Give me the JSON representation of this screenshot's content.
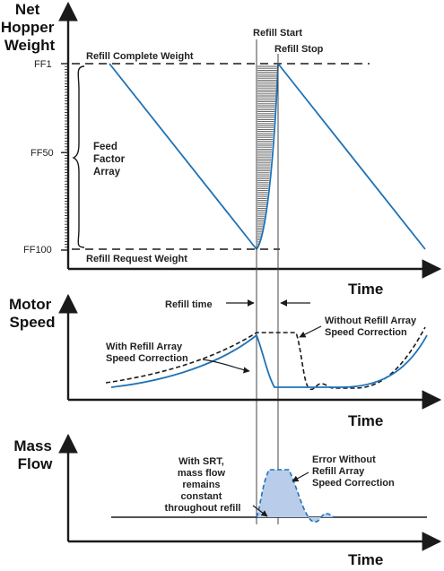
{
  "colors": {
    "ink": "#1a1a1a",
    "blue": "#1f73b7",
    "blue_fill": "#b9cdea",
    "hatch": "#555555"
  },
  "panel_weight": {
    "axis_title_lines": [
      "Net",
      "Hopper",
      "Weight"
    ],
    "x_label": "Time",
    "y_ticks": [
      "FF1",
      "FF50",
      "FF100"
    ],
    "refill_complete_label": "Refill Complete Weight",
    "refill_request_label": "Refill Request Weight",
    "feed_factor_lines": [
      "Feed",
      "Factor",
      "Array"
    ],
    "refill_start_label": "Refill Start",
    "refill_stop_label": "Refill Stop"
  },
  "panel_speed": {
    "axis_title_lines": [
      "Motor",
      "Speed"
    ],
    "x_label": "Time",
    "refill_time_label": "Refill time",
    "with_correction_lines": [
      "With Refill Array",
      "Speed Correction"
    ],
    "without_correction_lines": [
      "Without Refill Array",
      "Speed Correction"
    ]
  },
  "panel_flow": {
    "axis_title_lines": [
      "Mass",
      "Flow"
    ],
    "x_label": "Time",
    "srt_note_lines": [
      "With SRT,",
      "mass flow",
      "remains",
      "constant",
      "throughout refill"
    ],
    "error_label_lines": [
      "Error Without",
      "Refill Array",
      "Speed Correction"
    ]
  }
}
